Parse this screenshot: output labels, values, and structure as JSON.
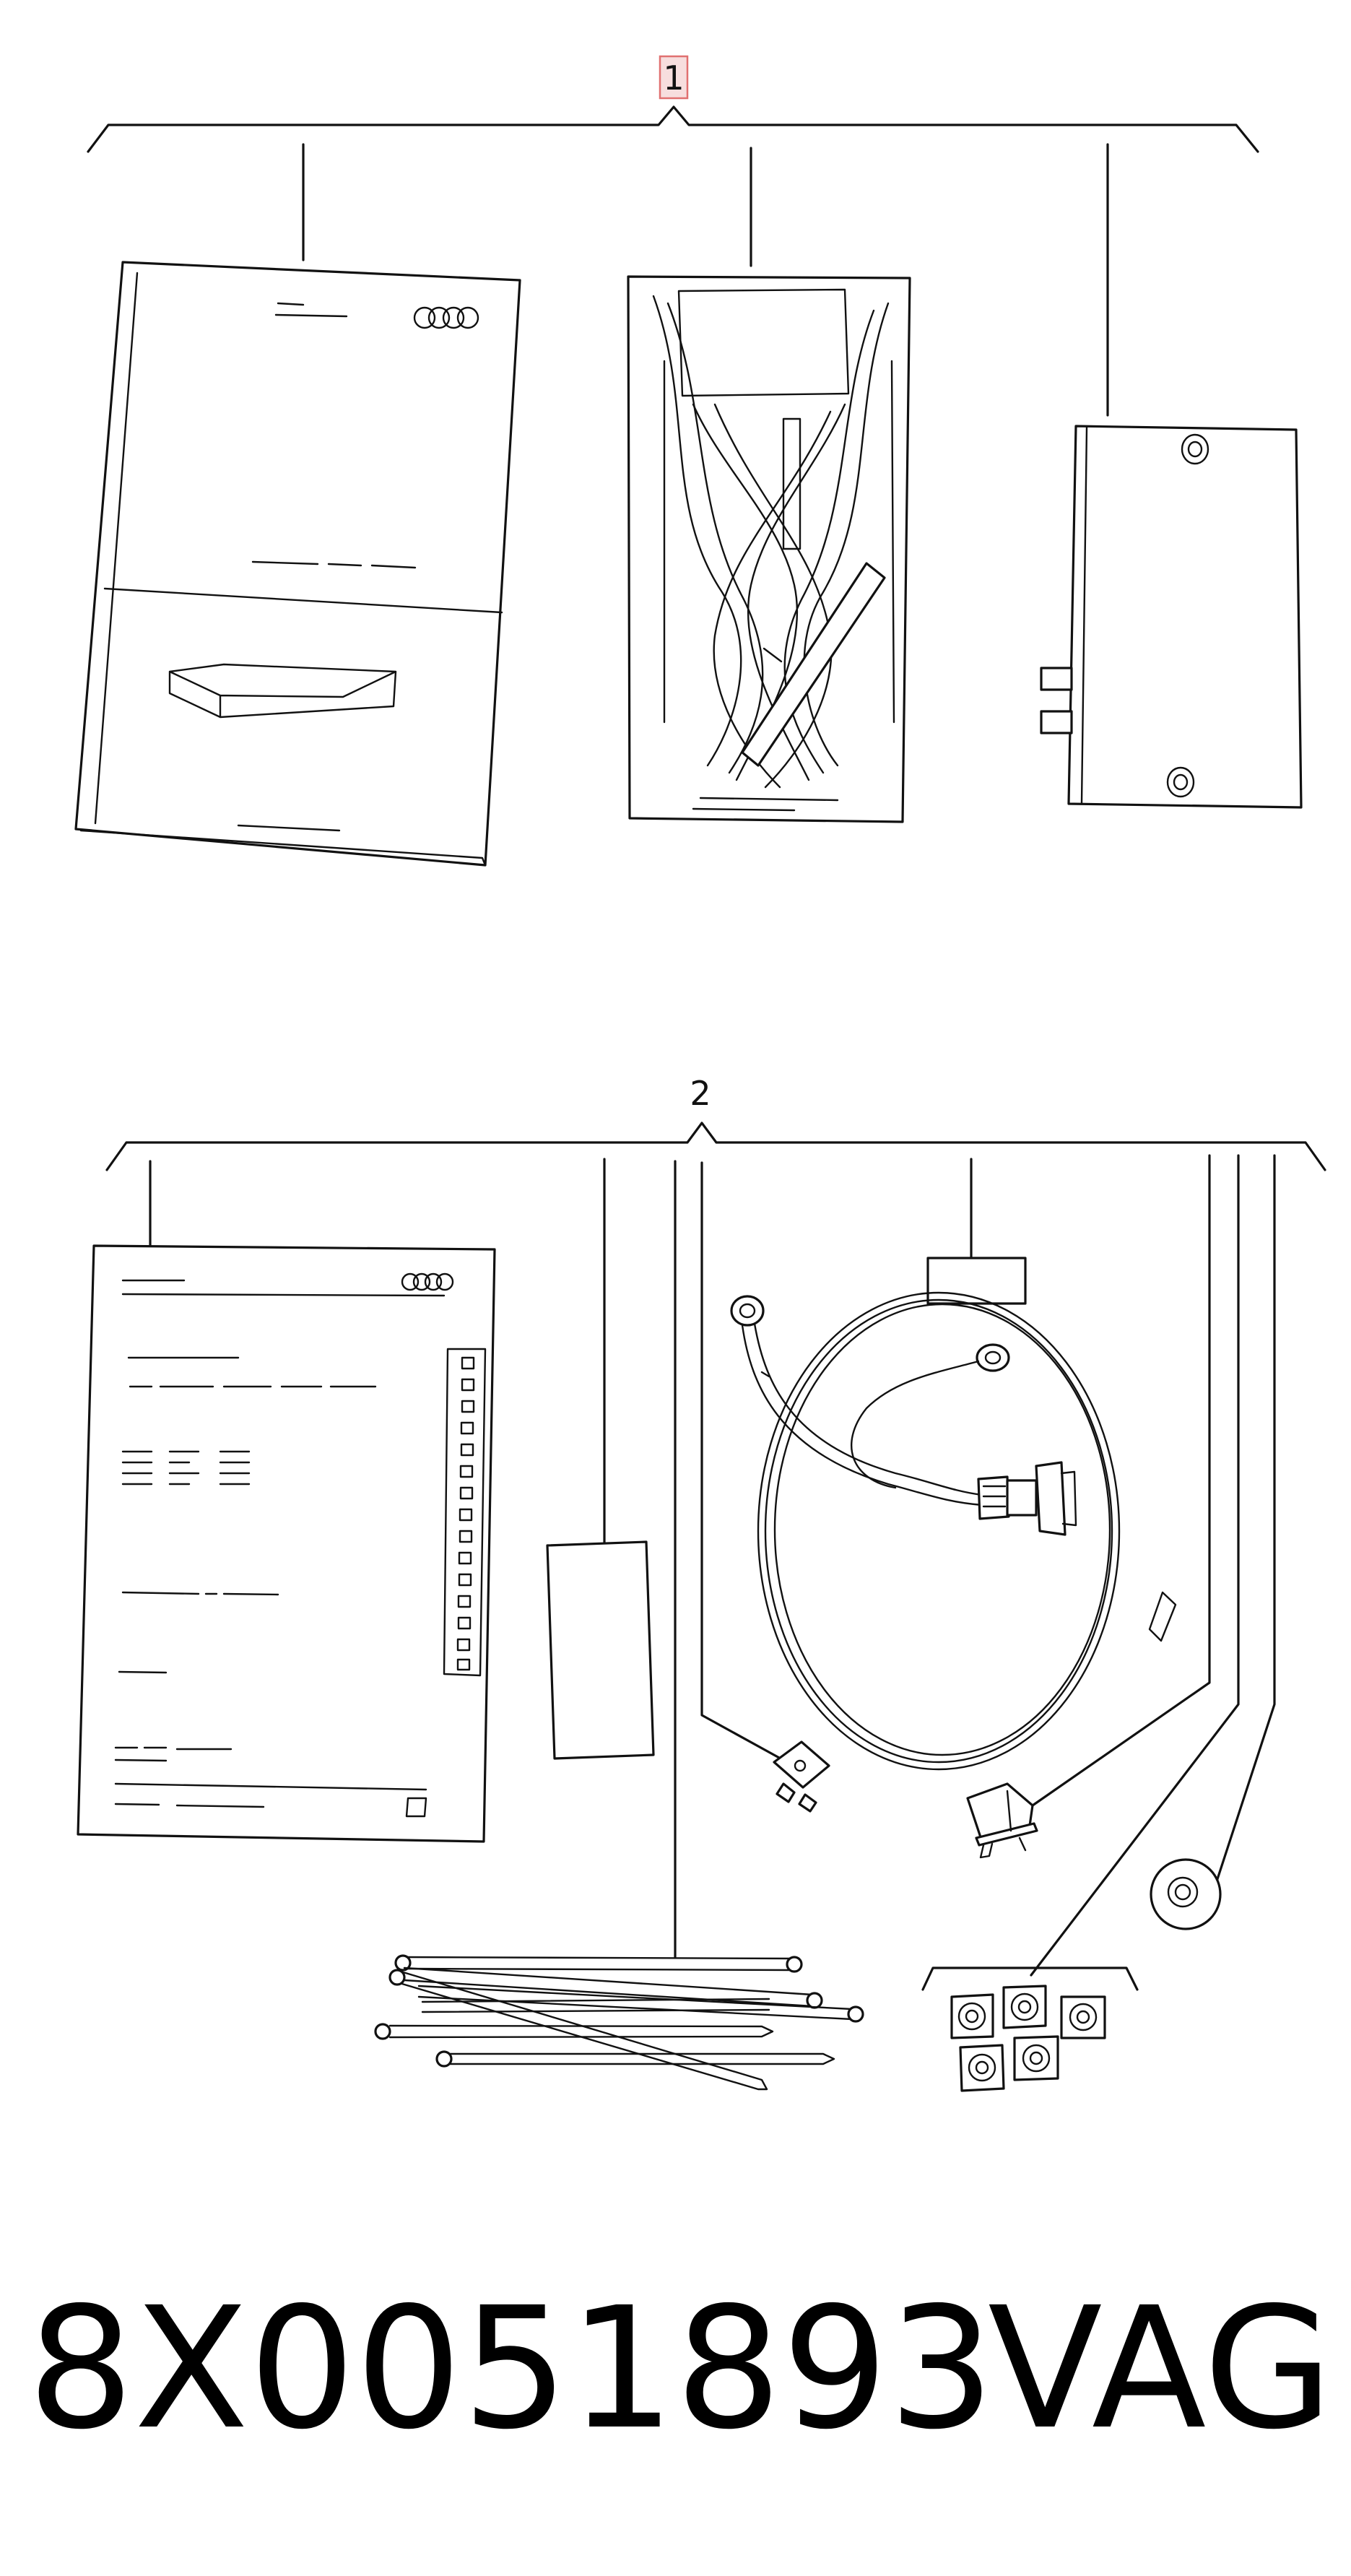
{
  "callouts": {
    "group_1": "1",
    "group_2": "2"
  },
  "footer": {
    "part_number": "8X0051893",
    "brand": "VAG"
  },
  "colors": {
    "line": "#111111",
    "callout_1_highlight_fill": "#f7dede",
    "callout_1_highlight_border": "#e07070",
    "background": "#ffffff"
  }
}
